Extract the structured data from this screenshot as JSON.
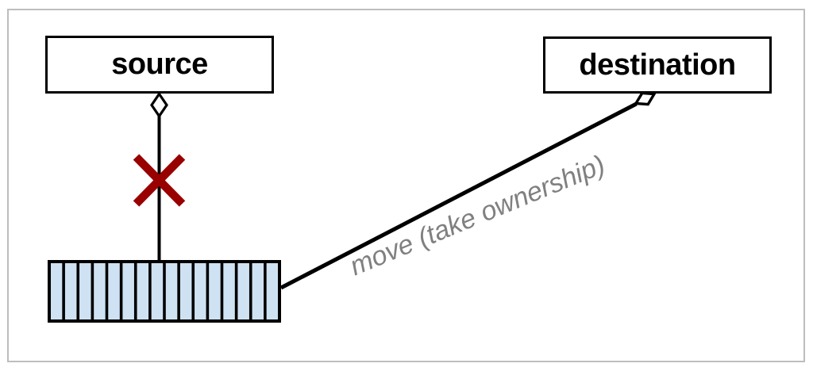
{
  "diagram": {
    "nodes": {
      "source": {
        "label": "source"
      },
      "destination": {
        "label": "destination"
      }
    },
    "edges": {
      "ownership_link": {
        "marker": "hollow-diamond",
        "crossed_out": true
      },
      "move_link": {
        "label": "move (take ownership)",
        "marker": "hollow-diamond"
      }
    },
    "collection": {
      "cell_count": 16
    }
  },
  "colors": {
    "canvas_bg": "#ffffff",
    "frame_border": "#bdbdbd",
    "box_fill": "#ffffff",
    "box_border": "#000000",
    "line": "#000000",
    "marker_fill": "#ffffff",
    "x_mark": "#990000",
    "stripe_fill": "#cfe2f3",
    "stripe_border": "#000000",
    "label_text": "#808080"
  }
}
